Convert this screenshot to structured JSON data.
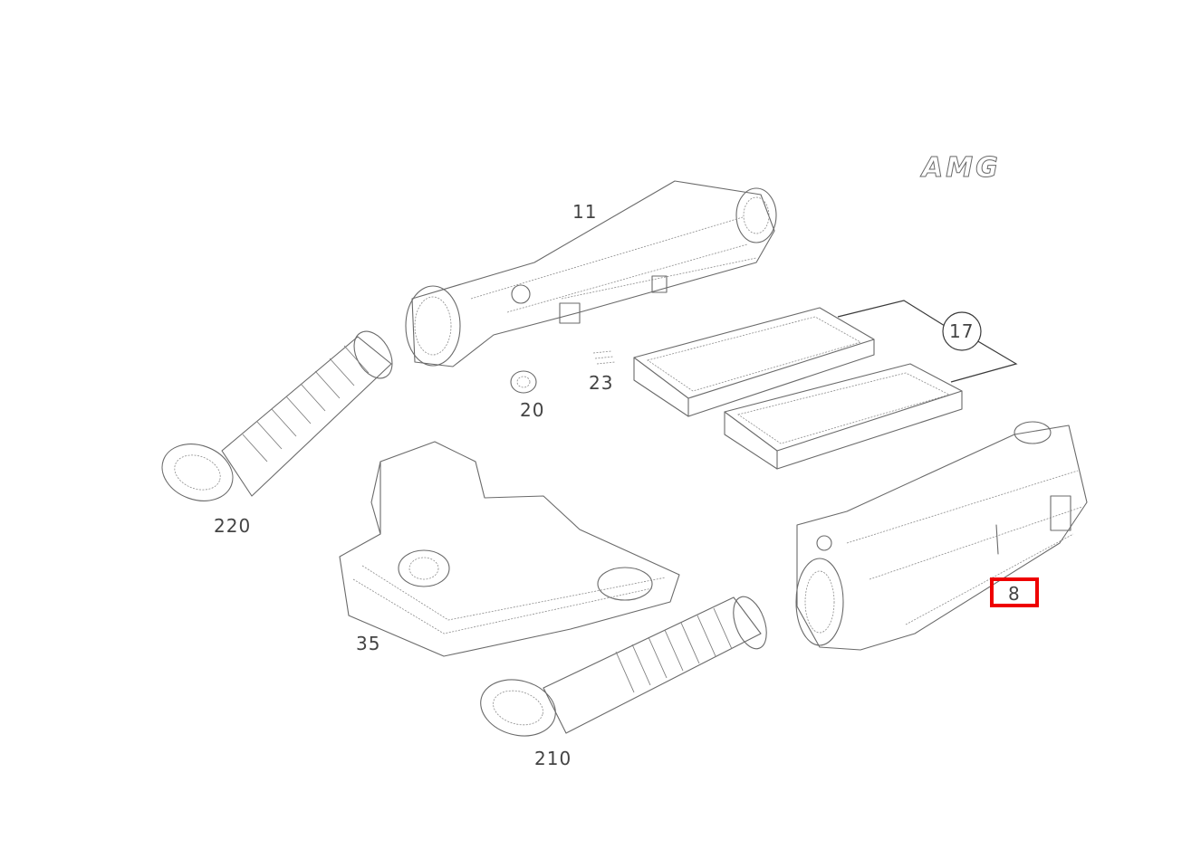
{
  "logo": {
    "text": "AMG"
  },
  "callouts": {
    "part_11": "11",
    "part_17": "17",
    "part_23": "23",
    "part_20": "20",
    "part_220": "220",
    "part_35": "35",
    "part_8": "8",
    "part_210": "210"
  },
  "highlight": {
    "part": "8",
    "color": "#ee0000"
  }
}
